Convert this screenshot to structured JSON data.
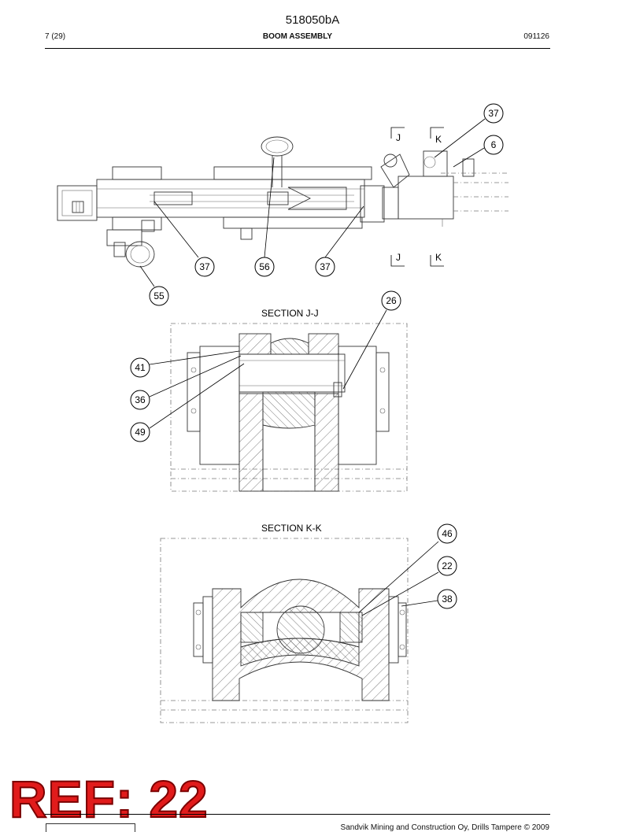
{
  "header": {
    "doc_number": "518050bA",
    "page": "7 (29)",
    "title": "BOOM ASSEMBLY",
    "date_code": "091126"
  },
  "sections": {
    "jj": "SECTION  J-J",
    "kk": "SECTION  K-K"
  },
  "section_marks": {
    "j": "J",
    "k": "K"
  },
  "balloons": {
    "b37a": "37",
    "b6": "6",
    "b37b": "37",
    "b56": "56",
    "b37c": "37",
    "b55": "55",
    "b26": "26",
    "b41": "41",
    "b36": "36",
    "b49": "49",
    "b46": "46",
    "b22": "22",
    "b38": "38"
  },
  "stamp": "REF: 22",
  "footer": "Sandvik Mining and Construction Oy, Drills Tampere © 2009",
  "colors": {
    "stamp_red": "#e11b1b",
    "line": "#333333"
  }
}
